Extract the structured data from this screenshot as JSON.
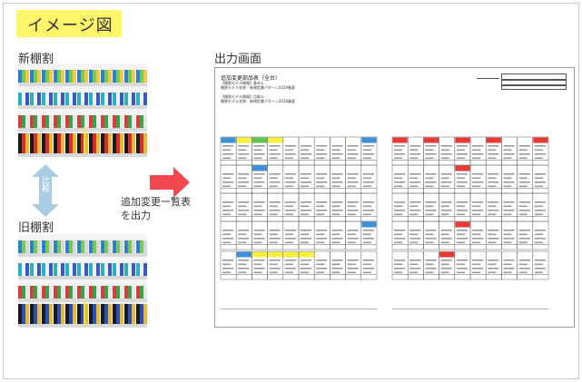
{
  "slide": {
    "title": "イメージ図",
    "new_shelf_label": "新棚割",
    "old_shelf_label": "旧棚割",
    "compare_label": "比較",
    "arrow_caption_line1": "追加変更一覧表",
    "arrow_caption_line2": "を出力",
    "output_label": "出力画面"
  },
  "report": {
    "title": "追加変更部品表（全台）",
    "note_lines": [
      "【棚割モデル情報】基本①",
      "棚割モデル名称：新規定番パターン2019春夏",
      "【棚割モデル情報】比較②",
      "棚割モデル名称：新規定番パターン2018春夏"
    ]
  },
  "colors": {
    "title_bg": "#fff56a",
    "arrow_red": "#f2474e",
    "compare_arrow": "#a8cde2",
    "cell_blue": "#3d8fd7",
    "cell_green": "#62c154",
    "cell_yellow": "#f6ef3b",
    "cell_red": "#e53a36"
  }
}
